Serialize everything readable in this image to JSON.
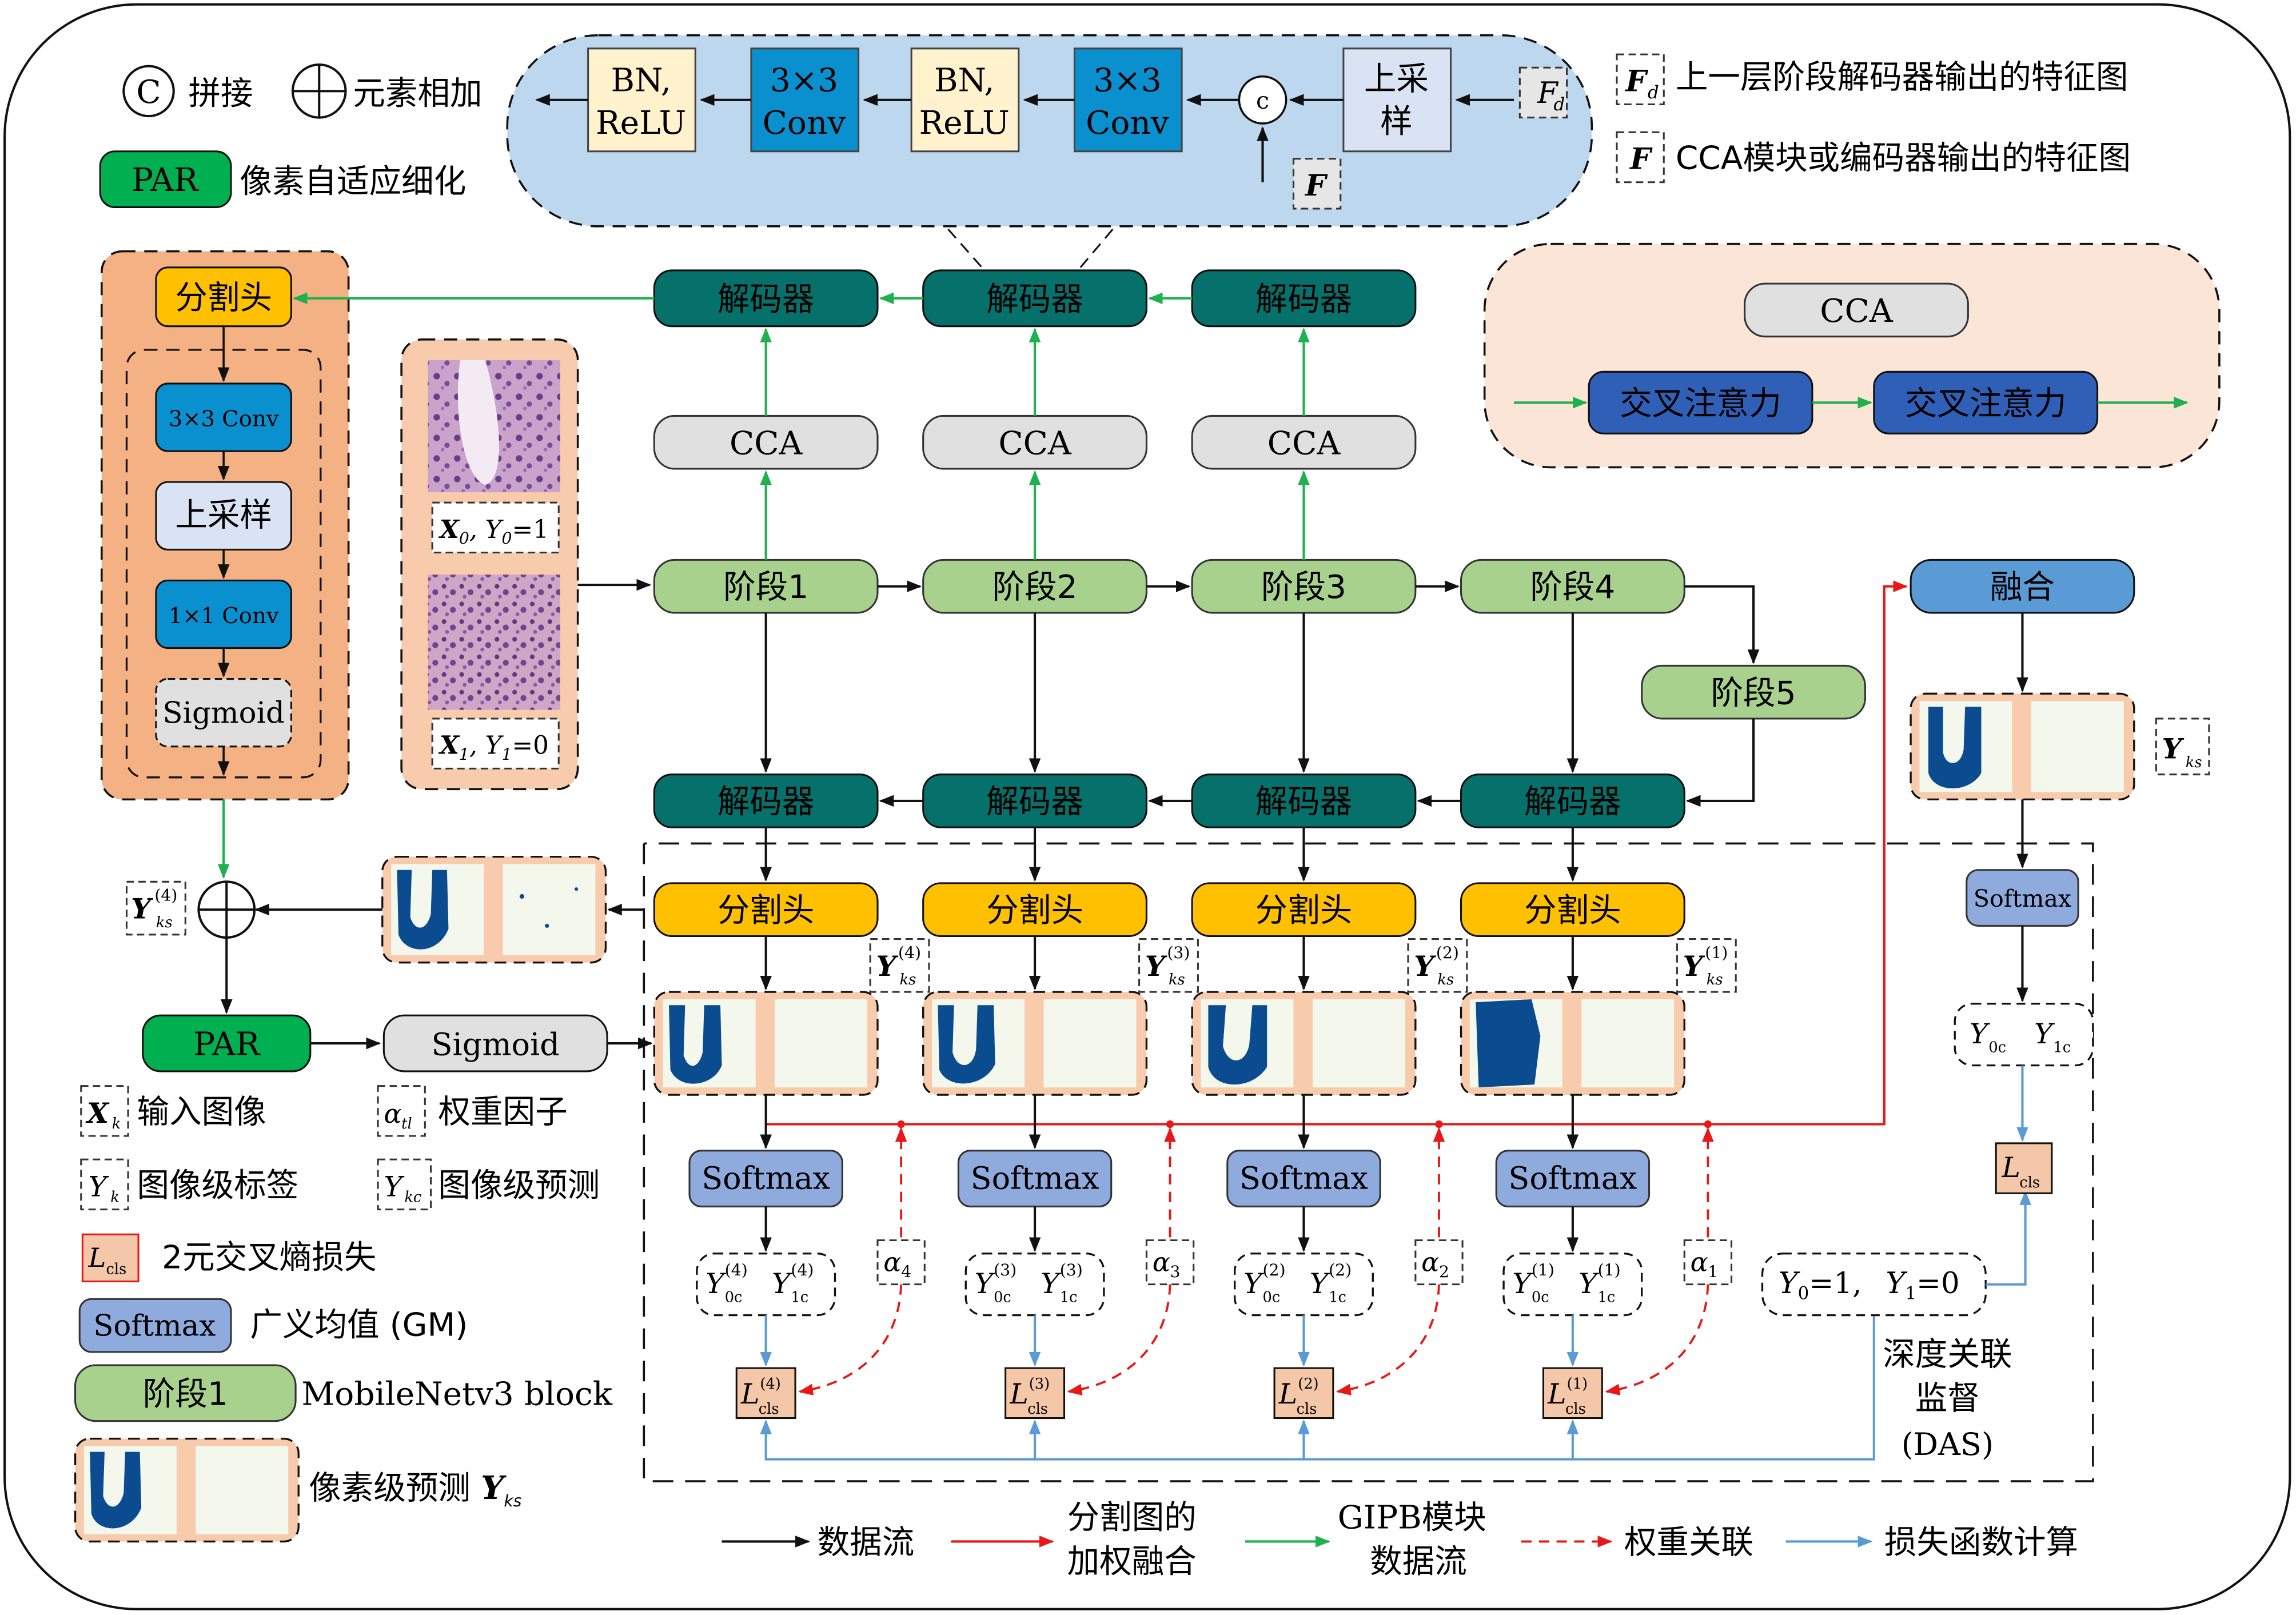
{
  "legend": {
    "concat_symbol": "C",
    "concat_label": "拼接",
    "add_label": "元素相加",
    "par_label": "PAR",
    "par_desc": "像素自适应细化",
    "xk_label": "X",
    "xk_sub": "k",
    "xk_desc": "输入图像",
    "alpha_label": "α",
    "alpha_sub": "tl",
    "alpha_desc": "权重因子",
    "yk_label": "Y",
    "yk_sub": "k",
    "yk_desc": "图像级标签",
    "ykc_label": "Y",
    "ykc_sub": "kc",
    "ykc_desc": "图像级预测",
    "lcls_label": "L",
    "lcls_sub": "cls",
    "lcls_desc": "2元交叉熵损失",
    "softmax_label": "Softmax",
    "softmax_desc": "广义均值 (GM)",
    "stage_label": "阶段1",
    "stage_desc": "MobileNetv3 block",
    "pixel_pred_desc": "像素级预测 ",
    "pixel_pred_sym": "Y",
    "pixel_pred_sub": "ks"
  },
  "decoder_detail": {
    "bn1": [
      "BN,",
      "ReLU"
    ],
    "conv1": [
      "3×3",
      "Conv"
    ],
    "bn2": [
      "BN,",
      "ReLU"
    ],
    "conv2": [
      "3×3",
      "Conv"
    ],
    "concat": "c",
    "upsample": [
      "上采",
      "样"
    ],
    "fd_label": "F",
    "fd_sub": "d",
    "f_label": "F",
    "fd_desc": "上一层阶段解码器输出的特征图",
    "f_desc": "CCA模块或编码器输出的特征图"
  },
  "cca_detail": {
    "title": "CCA",
    "attn1": "交叉注意力",
    "attn2": "交叉注意力"
  },
  "seg_head_detail": {
    "title": "分割头",
    "conv3": "3×3 Conv",
    "upsample": "上采样",
    "conv1": "1×1 Conv",
    "sigmoid": "Sigmoid"
  },
  "inputs": {
    "x0_label": "X",
    "x0_sub": "0",
    "x0_y": "Y",
    "x0_ysub": "0",
    "x0_val": "=1",
    "x1_label": "X",
    "x1_sub": "1",
    "x1_y": "Y",
    "x1_ysub": "1",
    "x1_val": "=0"
  },
  "top_decoders": [
    "解码器",
    "解码器",
    "解码器"
  ],
  "cca": [
    "CCA",
    "CCA",
    "CCA"
  ],
  "stages": [
    "阶段1",
    "阶段2",
    "阶段3",
    "阶段4",
    "阶段5"
  ],
  "bottom_decoders": [
    "解码器",
    "解码器",
    "解码器",
    "解码器"
  ],
  "seg_heads": [
    "分割头",
    "分割头",
    "分割头",
    "分割头"
  ],
  "ys_labels": [
    {
      "sym": "Y",
      "sup": "(4)",
      "sub": "ks"
    },
    {
      "sym": "Y",
      "sup": "(3)",
      "sub": "ks"
    },
    {
      "sym": "Y",
      "sup": "(2)",
      "sub": "ks"
    },
    {
      "sym": "Y",
      "sup": "(1)",
      "sub": "ks"
    }
  ],
  "softmax": [
    "Softmax",
    "Softmax",
    "Softmax",
    "Softmax"
  ],
  "preds": [
    {
      "a": "Y",
      "asup": "(4)",
      "asub": "0c",
      "b": "Y",
      "bsup": "(4)",
      "bsub": "1c"
    },
    {
      "a": "Y",
      "asup": "(3)",
      "asub": "0c",
      "b": "Y",
      "bsup": "(3)",
      "bsub": "1c"
    },
    {
      "a": "Y",
      "asup": "(2)",
      "asub": "0c",
      "b": "Y",
      "bsup": "(2)",
      "bsub": "1c"
    },
    {
      "a": "Y",
      "asup": "(1)",
      "asub": "0c",
      "b": "Y",
      "bsup": "(1)",
      "bsub": "1c"
    }
  ],
  "alphas": [
    {
      "sym": "α",
      "sub": "4"
    },
    {
      "sym": "α",
      "sub": "3"
    },
    {
      "sym": "α",
      "sub": "2"
    },
    {
      "sym": "α",
      "sub": "1"
    }
  ],
  "losses": [
    {
      "sym": "L",
      "sup": "(4)",
      "sub": "cls"
    },
    {
      "sym": "L",
      "sup": "(3)",
      "sub": "cls"
    },
    {
      "sym": "L",
      "sup": "(2)",
      "sub": "cls"
    },
    {
      "sym": "L",
      "sup": "(1)",
      "sub": "cls"
    }
  ],
  "left_flow": {
    "ys4": {
      "sym": "Y",
      "sup": "(4)",
      "sub": "ks"
    },
    "par": "PAR",
    "sigmoid": "Sigmoid"
  },
  "fusion": {
    "title": "融合",
    "yks": {
      "sym": "Y",
      "sub": "ks"
    },
    "softmax": "Softmax",
    "pred_a": "Y",
    "pred_asub": "0c",
    "pred_b": "Y",
    "pred_bsub": "1c",
    "loss": "L",
    "loss_sub": "cls"
  },
  "labels_box": {
    "y0": "Y",
    "y0sub": "0",
    "y0val": "=1,",
    "y1": "Y",
    "y1sub": "1",
    "y1val": "=0"
  },
  "das": [
    "深度关联",
    "监督",
    "(DAS)"
  ],
  "bottom_legend": {
    "data_flow": "数据流",
    "weighted_fusion": [
      "分割图的",
      "加权融合"
    ],
    "gipb_flow": [
      "GIPB模块",
      "数据流"
    ],
    "weight_assoc": "权重关联",
    "loss_calc": "损失函数计算"
  },
  "colors": {
    "stage_green": "#a9d18e",
    "decoder_teal": "#06706a",
    "seg_yellow": "#ffc000",
    "softmax_blue": "#8faadc",
    "fusion_blue": "#5b9bd5",
    "conv_blue": "#0a8fcf",
    "attn_blue": "#2f5fb7",
    "par_green": "#00b050",
    "peach": "#f8cbad",
    "peach_dark": "#f4b183",
    "panel_blue": "#bdd7ee",
    "loss_salmon": "#f4c7a8",
    "gray": "#e0e0e0",
    "flow_red": "#e81818",
    "flow_green": "#20b050",
    "flow_blue": "#5b9bd5",
    "mask_blue": "#0b4b8f"
  }
}
